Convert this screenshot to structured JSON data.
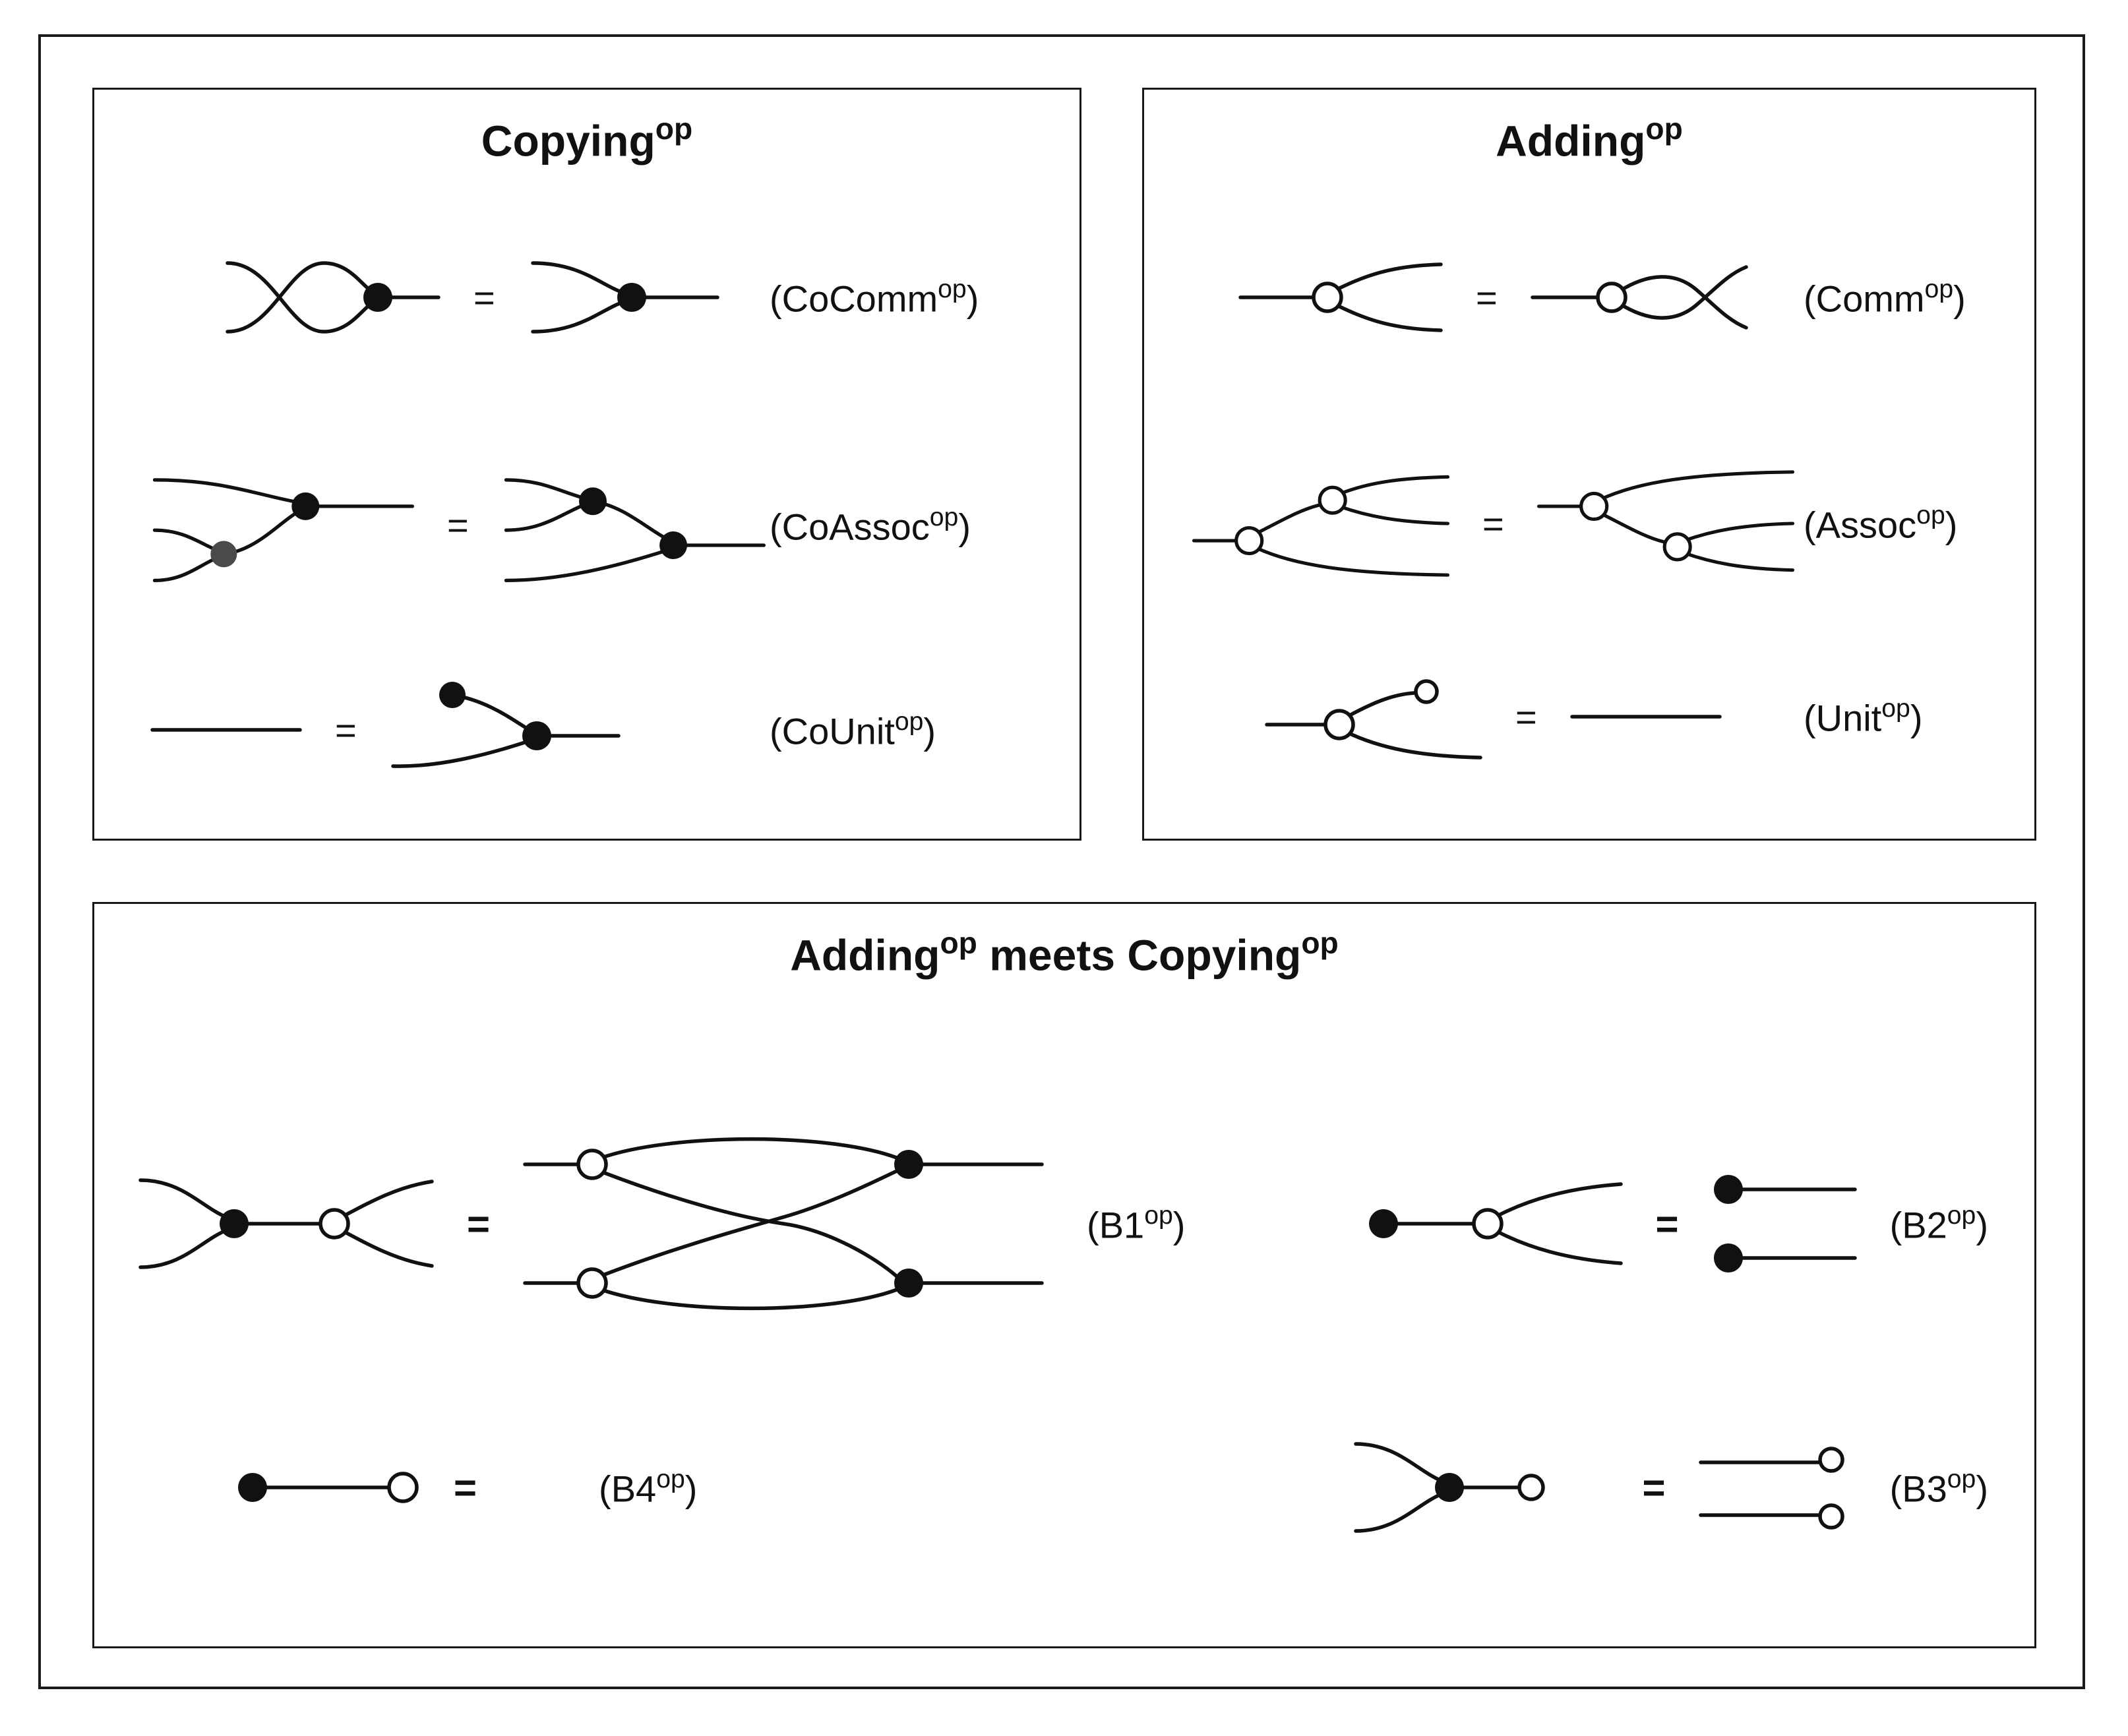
{
  "equals": "=",
  "colors": {
    "ink": "#111111",
    "coassoc_mid_dot": "#4a4a4a",
    "panel_border": "#1a1a1a",
    "background": "#ffffff"
  },
  "panels": {
    "copying": {
      "title": {
        "base": "Copying",
        "sup": "op"
      },
      "rows": [
        {
          "name": "cocomm",
          "label": {
            "open": "(CoComm",
            "sup": "op",
            "close": ")"
          }
        },
        {
          "name": "coassoc",
          "label": {
            "open": "(CoAssoc",
            "sup": "op",
            "close": ")"
          }
        },
        {
          "name": "counit",
          "label": {
            "open": "(CoUnit",
            "sup": "op",
            "close": ")"
          }
        }
      ]
    },
    "adding": {
      "title": {
        "base": "Adding",
        "sup": "op"
      },
      "rows": [
        {
          "name": "comm",
          "label": {
            "open": "(Comm",
            "sup": "op",
            "close": ")"
          }
        },
        {
          "name": "assoc",
          "label": {
            "open": "(Assoc",
            "sup": "op",
            "close": ")"
          }
        },
        {
          "name": "unit",
          "label": {
            "open": "(Unit",
            "sup": "op",
            "close": ")"
          }
        }
      ]
    },
    "meets": {
      "title": {
        "part1": "Adding",
        "sup1": "op",
        "part2": " meets Copying",
        "sup2": "op"
      },
      "rows": [
        {
          "name": "b1",
          "label": {
            "open": "(B1",
            "sup": "op",
            "close": ")"
          }
        },
        {
          "name": "b2",
          "label": {
            "open": "(B2",
            "sup": "op",
            "close": ")"
          }
        },
        {
          "name": "b4",
          "label": {
            "open": "(B4",
            "sup": "op",
            "close": ")"
          }
        },
        {
          "name": "b3",
          "label": {
            "open": "(B3",
            "sup": "op",
            "close": ")"
          }
        }
      ]
    }
  }
}
